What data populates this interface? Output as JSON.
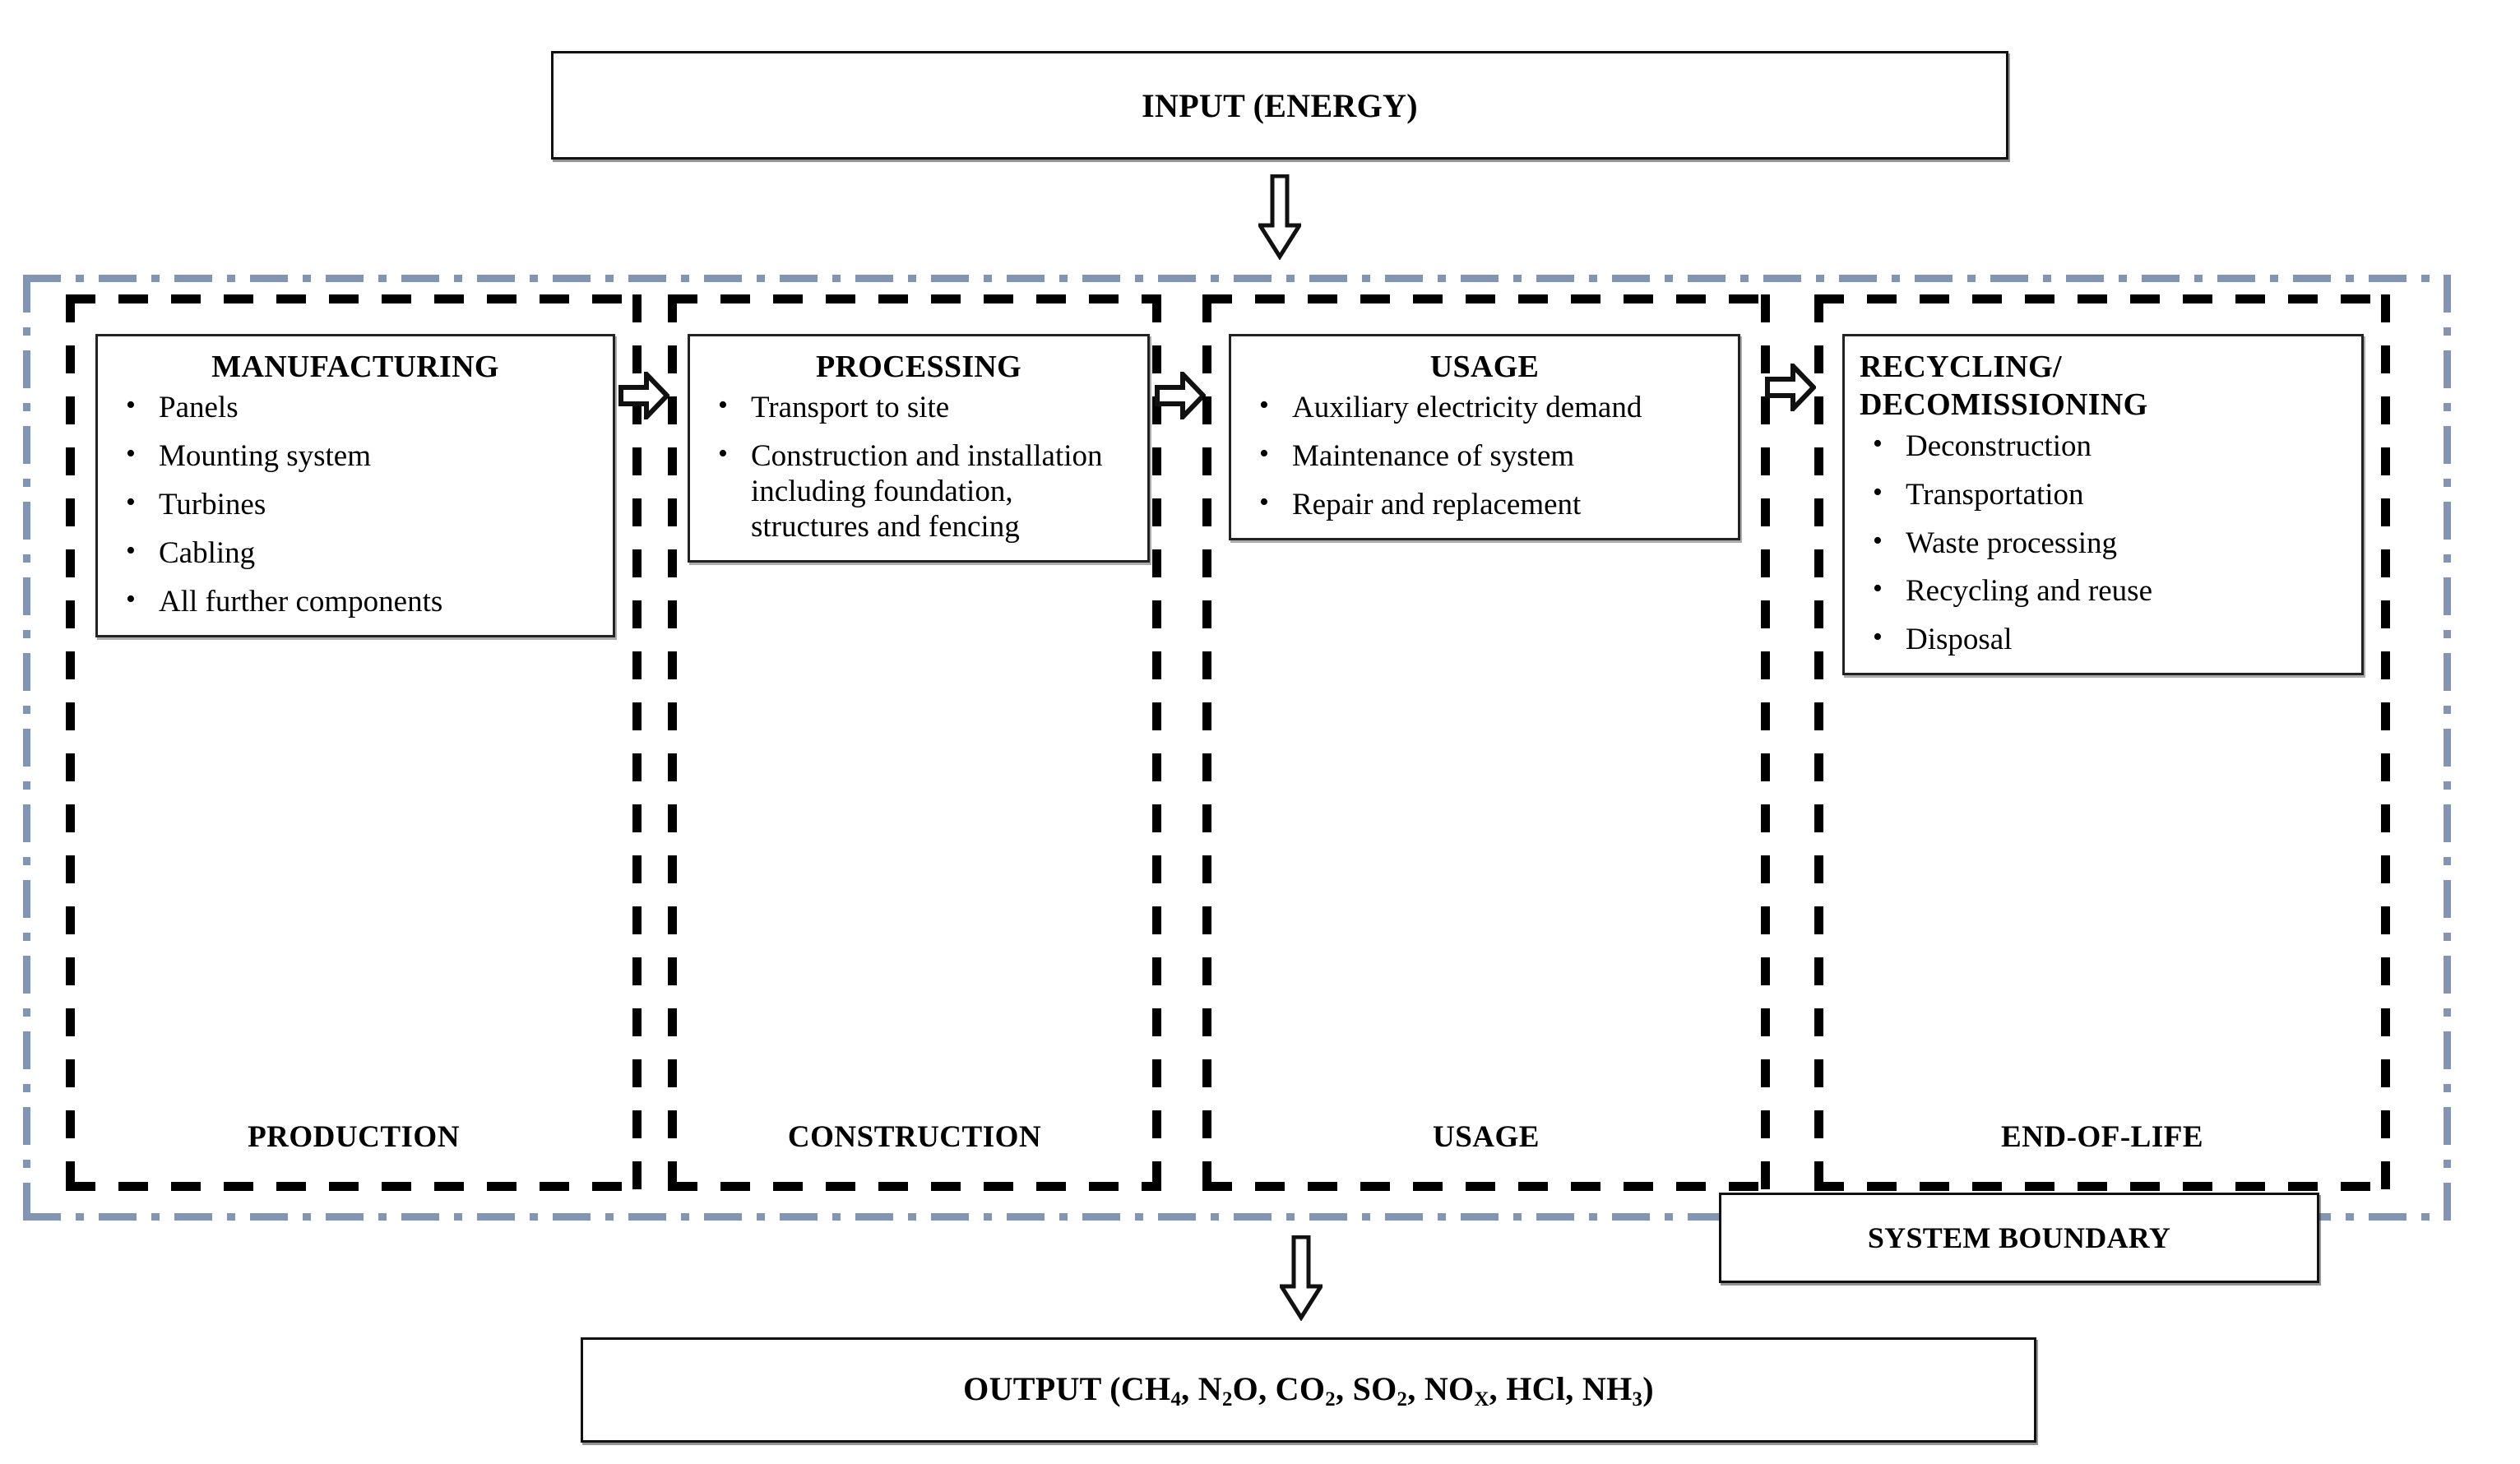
{
  "diagram": {
    "title_top": "INPUT (ENERGY)",
    "title_bottom": "OUTPUT (CH4, N2O, CO2, SO2, NOX, HCl, NH3)",
    "system_boundary_label": "SYSTEM BOUNDARY",
    "boundary_color": "#8296b4",
    "stage_border_color": "#000000",
    "box_border_color": "#222222",
    "background": "#ffffff"
  },
  "output_formula": {
    "prefix": "OUTPUT (CH",
    "parts": [
      {
        "text": "OUTPUT (CH",
        "sub": "4"
      },
      {
        "text": ", N",
        "sub": "2"
      },
      {
        "text": "O, CO",
        "sub": "2"
      },
      {
        "text": ", SO",
        "sub": "2"
      },
      {
        "text": ", NO",
        "sub": "X"
      },
      {
        "text": ", HCl, NH",
        "sub": "3"
      },
      {
        "text": ")",
        "sub": ""
      }
    ]
  },
  "stages": [
    {
      "id": "production",
      "stage_label": "PRODUCTION",
      "card_title": "MANUFACTURING",
      "title_align": "center",
      "items": [
        "Panels",
        "Mounting system",
        "Turbines",
        "Cabling",
        "All further components"
      ]
    },
    {
      "id": "construction",
      "stage_label": "CONSTRUCTION",
      "card_title": "PROCESSING",
      "title_align": "center",
      "items": [
        "Transport to site",
        "Construction and installation including foundation, structures and fencing"
      ]
    },
    {
      "id": "usage",
      "stage_label": "USAGE",
      "card_title": "USAGE",
      "title_align": "center",
      "items": [
        "Auxiliary electricity demand",
        "Maintenance of system",
        "Repair and replacement"
      ]
    },
    {
      "id": "endoflife",
      "stage_label": "END-OF-LIFE",
      "card_title": "RECYCLING/ DECOMISSIONING",
      "title_align": "left",
      "items": [
        "Deconstruction",
        "Transportation",
        "Waste processing",
        "Recycling and reuse",
        "Disposal"
      ]
    }
  ],
  "icons": {
    "arrow_down_input": "arrow-down-icon",
    "arrow_down_output": "arrow-down-icon",
    "arrow_right": "arrow-right-icon"
  }
}
